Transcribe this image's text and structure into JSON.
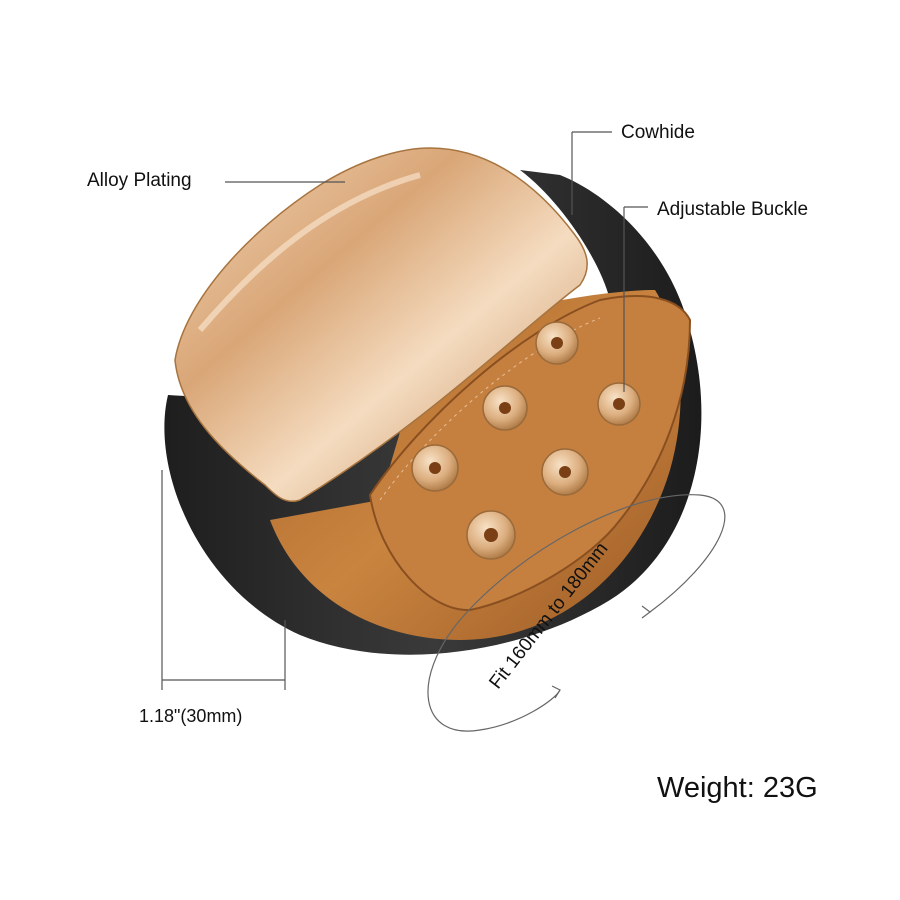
{
  "labels": {
    "alloy_plating": "Alloy Plating",
    "cowhide": "Cowhide",
    "adjustable_buckle": "Adjustable Buckle",
    "width": "1.18\"(30mm)",
    "fit": "Fit 160mm to 180mm",
    "weight": "Weight: 23G"
  },
  "colors": {
    "leather_outer": "#2b2b2b",
    "leather_inner": "#c07a3c",
    "plate_gold": "#d9aa7a",
    "rivet_gold": "#e2b98e",
    "line": "#555555"
  }
}
